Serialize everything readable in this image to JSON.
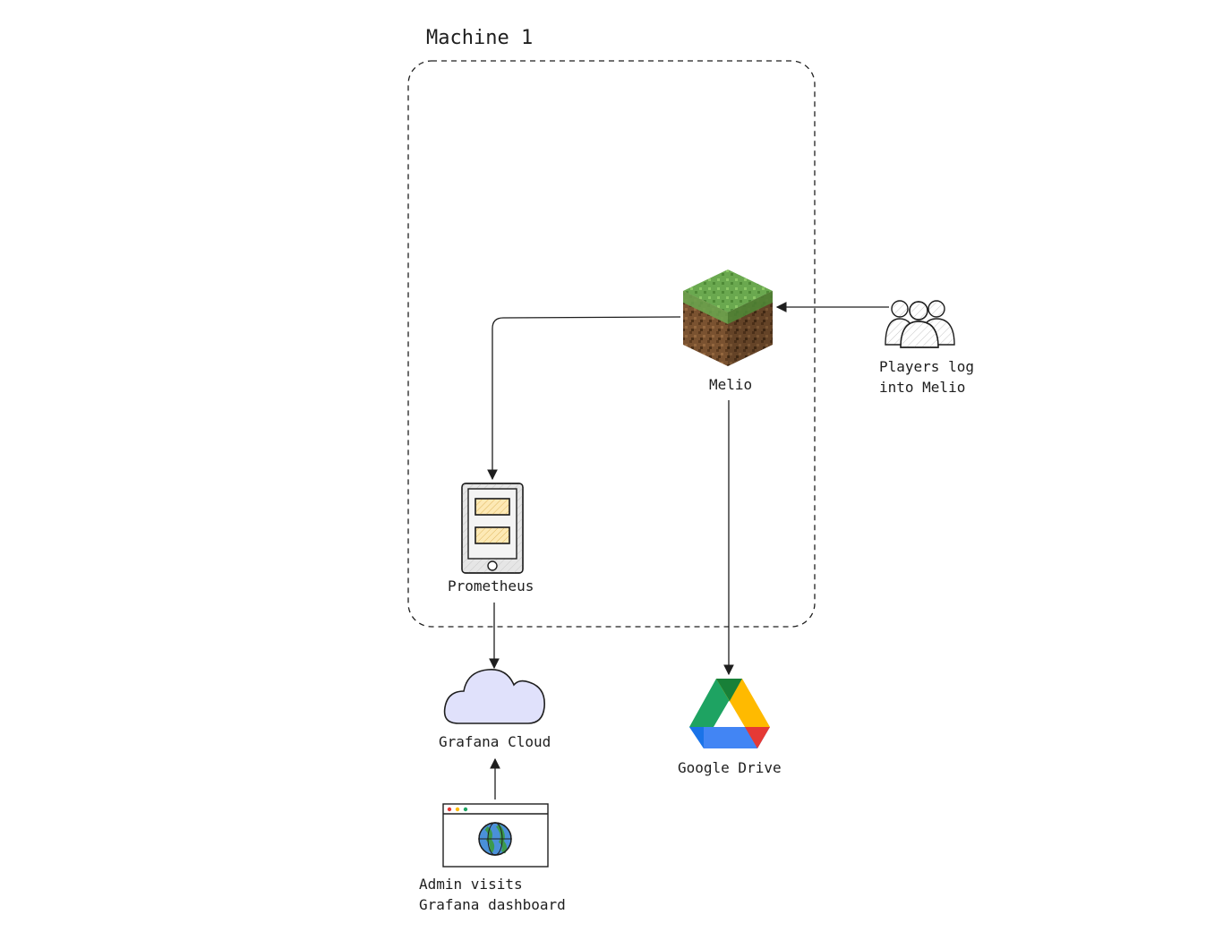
{
  "diagram": {
    "group": {
      "title": "Machine 1"
    },
    "nodes": {
      "melio": {
        "label": "Melio",
        "icon": "minecraft-grass-block-icon"
      },
      "players": {
        "label_line1": "Players log",
        "label_line2": "into Melio",
        "icon": "users-group-icon"
      },
      "prometheus": {
        "label": "Prometheus",
        "icon": "tablet-device-icon"
      },
      "grafana_cloud": {
        "label": "Grafana Cloud",
        "icon": "cloud-icon"
      },
      "google_drive": {
        "label": "Google Drive",
        "icon": "google-drive-icon"
      },
      "admin": {
        "label_line1": "Admin visits",
        "label_line2": "Grafana dashboard",
        "icon": "browser-globe-icon"
      }
    },
    "edges": [
      {
        "from": "players",
        "to": "melio"
      },
      {
        "from": "melio",
        "to": "prometheus"
      },
      {
        "from": "melio",
        "to": "google_drive"
      },
      {
        "from": "prometheus",
        "to": "grafana_cloud"
      },
      {
        "from": "admin",
        "to": "grafana_cloud"
      }
    ]
  },
  "colors": {
    "stroke": "#1e1e1e",
    "cloud_fill": "#e0e1fb",
    "tablet_screen": "#f0f0f0",
    "tablet_card": "#fde9b5",
    "user_fill": "#ffffff",
    "grass": "#6aa84f",
    "dirt": "#7a5230",
    "drive_green": "#1ea362",
    "drive_yellow": "#ffba00",
    "drive_blue": "#4285f4",
    "drive_red": "#e53935",
    "globe_blue": "#4a90d9",
    "globe_green": "#3c9a4c"
  }
}
